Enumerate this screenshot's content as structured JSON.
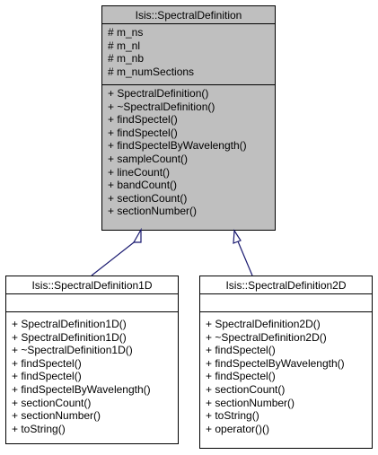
{
  "base_class": {
    "name": "Isis::SpectralDefinition",
    "attributes": [
      "# m_ns",
      "# m_nl",
      "# m_nb",
      "# m_numSections"
    ],
    "methods": [
      "+ SpectralDefinition()",
      "+ ~SpectralDefinition()",
      "+ findSpectel()",
      "+ findSpectel()",
      "+ findSpectelByWavelength()",
      "+ sampleCount()",
      "+ lineCount()",
      "+ bandCount()",
      "+ sectionCount()",
      "+ sectionNumber()"
    ]
  },
  "derived_1d": {
    "name": "Isis::SpectralDefinition1D",
    "attributes": [],
    "methods": [
      "+ SpectralDefinition1D()",
      "+ SpectralDefinition1D()",
      "+ ~SpectralDefinition1D()",
      "+ findSpectel()",
      "+ findSpectel()",
      "+ findSpectelByWavelength()",
      "+ sectionCount()",
      "+ sectionNumber()",
      "+ toString()"
    ]
  },
  "derived_2d": {
    "name": "Isis::SpectralDefinition2D",
    "attributes": [],
    "methods": [
      "+ SpectralDefinition2D()",
      "+ ~SpectralDefinition2D()",
      "+ findSpectel()",
      "+ findSpectelByWavelength()",
      "+ findSpectel()",
      "+ sectionCount()",
      "+ sectionNumber()",
      "+ toString()",
      "+ operator()()"
    ]
  },
  "colors": {
    "base_fill": "#bfbfbf",
    "derived_fill": "#ffffff",
    "arrow": "#191970"
  }
}
